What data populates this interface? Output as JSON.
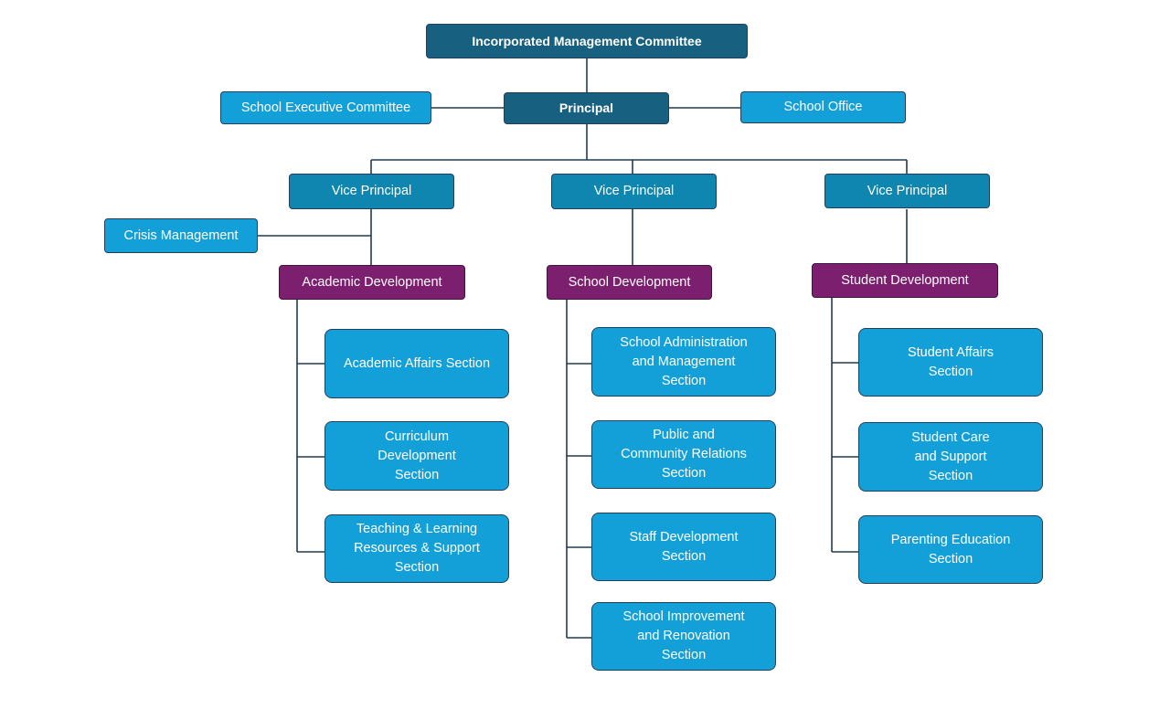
{
  "nodes": {
    "imc": "Incorporated Management Committee",
    "principal": "Principal",
    "exec_committee": "School Executive Committee",
    "school_office": "School Office",
    "vp_left": "Vice Principal",
    "vp_center": "Vice Principal",
    "vp_right": "Vice Principal",
    "crisis": "Crisis Management",
    "academic_dev": "Academic Development",
    "school_dev": "School Development",
    "student_dev": "Student Development",
    "academic_affairs": "Academic Affairs Section",
    "curriculum": "Curriculum\nDevelopment\nSection",
    "teaching": "Teaching & Learning\nResources & Support\nSection",
    "school_admin": "School Administration\nand Management\nSection",
    "public_relations": "Public and\nCommunity Relations\nSection",
    "staff_dev": "Staff Development\nSection",
    "school_improvement": "School Improvement\nand Renovation\nSection",
    "student_affairs": "Student Affairs\nSection",
    "student_care": "Student Care\nand Support\nSection",
    "parenting": "Parenting Education\nSection"
  },
  "colors": {
    "top_level": "#17607f",
    "vice_principal": "#0f86b0",
    "section": "#13a0d8",
    "department": "#7b1f6e",
    "connector": "#203a4f"
  }
}
